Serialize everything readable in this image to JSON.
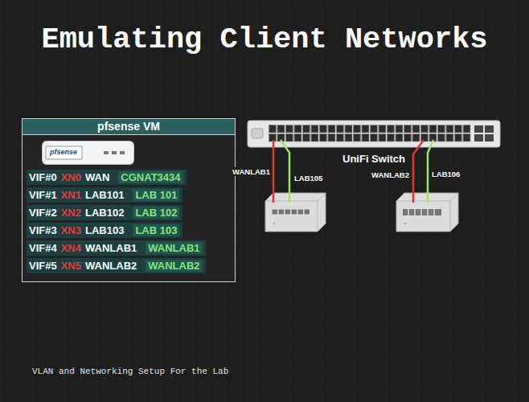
{
  "diagram": {
    "title": "Emulating Client Networks",
    "caption": "VLAN and Networking Setup For the Lab",
    "nodes": [
      {
        "text": [
          "pfsense VM"
        ]
      },
      {
        "text": [
          "pfsense"
        ],
        "in": 0
      },
      {
        "text": [
          "VIF#0",
          "XN0",
          "WAN",
          "CGNAT3434"
        ],
        "in": 0
      },
      {
        "text": [
          "VIF#1",
          "XN1",
          "LAB101",
          "LAB 101"
        ],
        "in": 0
      },
      {
        "text": [
          "VIF#2",
          "XN2",
          "LAB102",
          "LAB 102"
        ],
        "in": 0
      },
      {
        "text": [
          "VIF#3",
          "XN3",
          "LAB103",
          "LAB 103"
        ],
        "in": 0
      },
      {
        "text": [
          "VIF#4",
          "XN4",
          "WANLAB1",
          "WANLAB1"
        ],
        "in": 0
      },
      {
        "text": [
          "VIF#5",
          "XN5",
          "WANLAB2",
          "WANLAB2"
        ],
        "in": 0
      },
      {
        "text": [
          "UniFi Switch"
        ]
      }
    ],
    "labels": [
      "WANLAB1",
      "LAB105",
      "WANLAB2",
      "LAB106"
    ]
  }
}
